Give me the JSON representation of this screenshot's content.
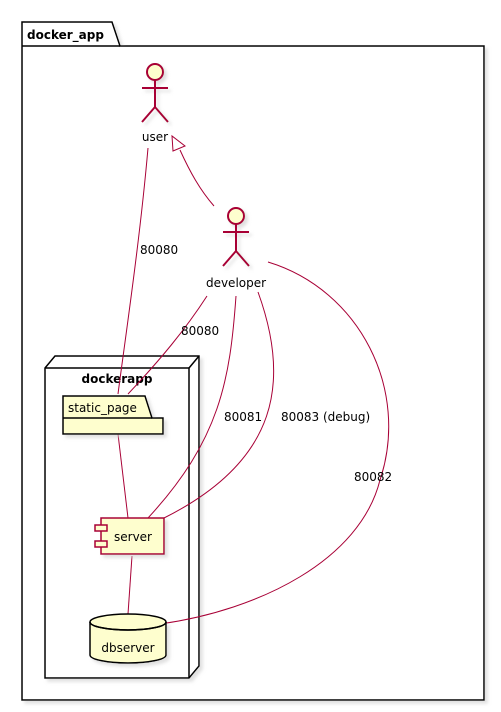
{
  "diagram": {
    "package_title": "docker_app",
    "node_title": "dockerapp",
    "actors": {
      "user": "user",
      "developer": "developer"
    },
    "components": {
      "static_page": "static_page",
      "server": "server",
      "dbserver": "dbserver"
    },
    "edge_labels": {
      "user_static": "80080",
      "dev_static": "80080",
      "dev_server": "80081",
      "dev_server_debug": "80083 (debug)",
      "dev_db": "80082"
    },
    "colors": {
      "line": "#A80036",
      "fill": "#FEFECE",
      "border": "#000000"
    }
  }
}
